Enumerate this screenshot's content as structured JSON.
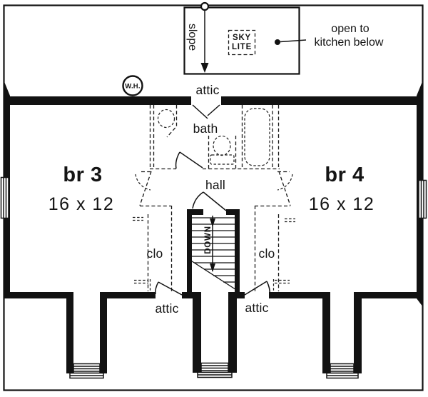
{
  "colors": {
    "ink": "#121212",
    "paper": "#ffffff"
  },
  "labels": {
    "slope": "slope",
    "sky_lite": {
      "line1": "SKY",
      "line2": "LITE"
    },
    "open_note": {
      "line1": "open to",
      "line2": "kitchen below"
    },
    "water_heater": "W.H.",
    "attic_top": "attic",
    "bath": "bath",
    "hall": "hall",
    "down": "DOWN",
    "clo_left": "clo",
    "clo_right": "clo",
    "attic_bottom_left": "attic",
    "attic_bottom_right": "attic"
  },
  "rooms": {
    "bedroom3": {
      "name": "br 3",
      "dimensions": "16 x 12"
    },
    "bedroom4": {
      "name": "br 4",
      "dimensions": "16 x 12"
    }
  }
}
